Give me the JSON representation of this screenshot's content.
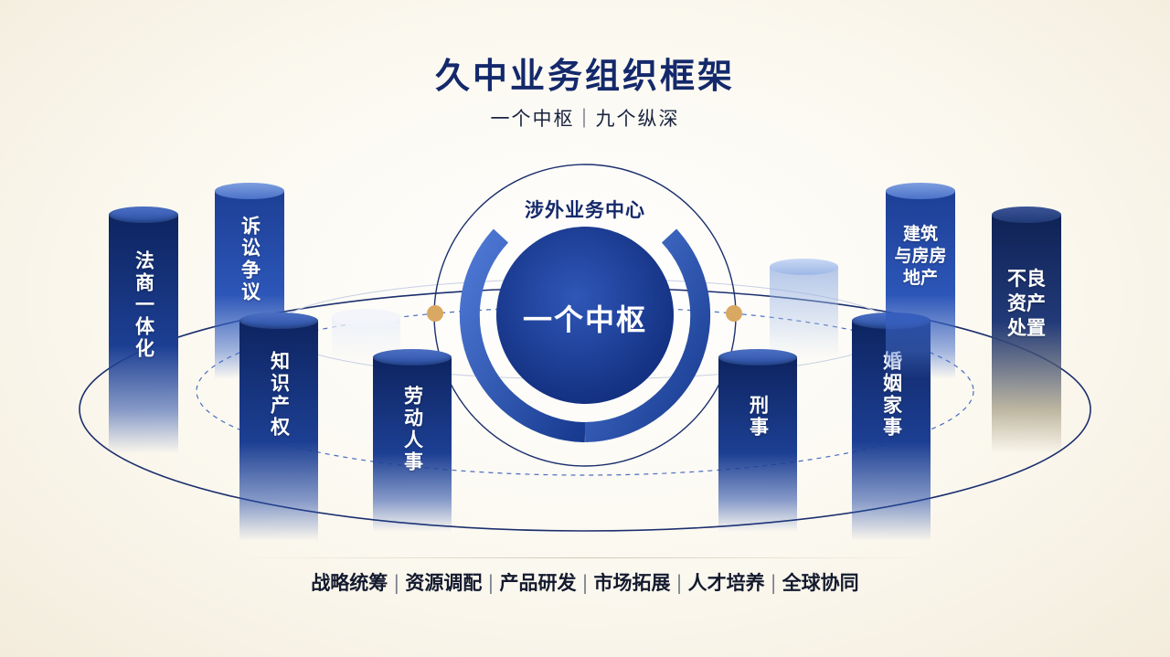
{
  "header": {
    "title": "久中业务组织框架",
    "subtitle": "一个中枢｜九个纵深"
  },
  "hub": {
    "ring_label": "涉外业务中心",
    "core_label": "一个中枢"
  },
  "pillars": [
    {
      "label": "法商一体化"
    },
    {
      "label": "诉讼争议"
    },
    {
      "label": "知识产权"
    },
    {
      "label": "劳动人事"
    },
    {
      "label": "刑事"
    },
    {
      "label": "婚姻家事"
    },
    {
      "label": "建筑与房房地产",
      "lines": [
        "建筑",
        "与房房",
        "地产"
      ]
    },
    {
      "label": "不良资产处置",
      "lines": [
        "不良",
        "资产",
        "处置"
      ]
    }
  ],
  "capabilities": [
    "战略统筹",
    "资源调配",
    "产品研发",
    "市场拓展",
    "人才培养",
    "全球协同"
  ],
  "colors": {
    "navy": "#14296b",
    "accent_blue": "#2c56b8",
    "gold_node": "#d9a862",
    "background": "#fbf8ef"
  }
}
